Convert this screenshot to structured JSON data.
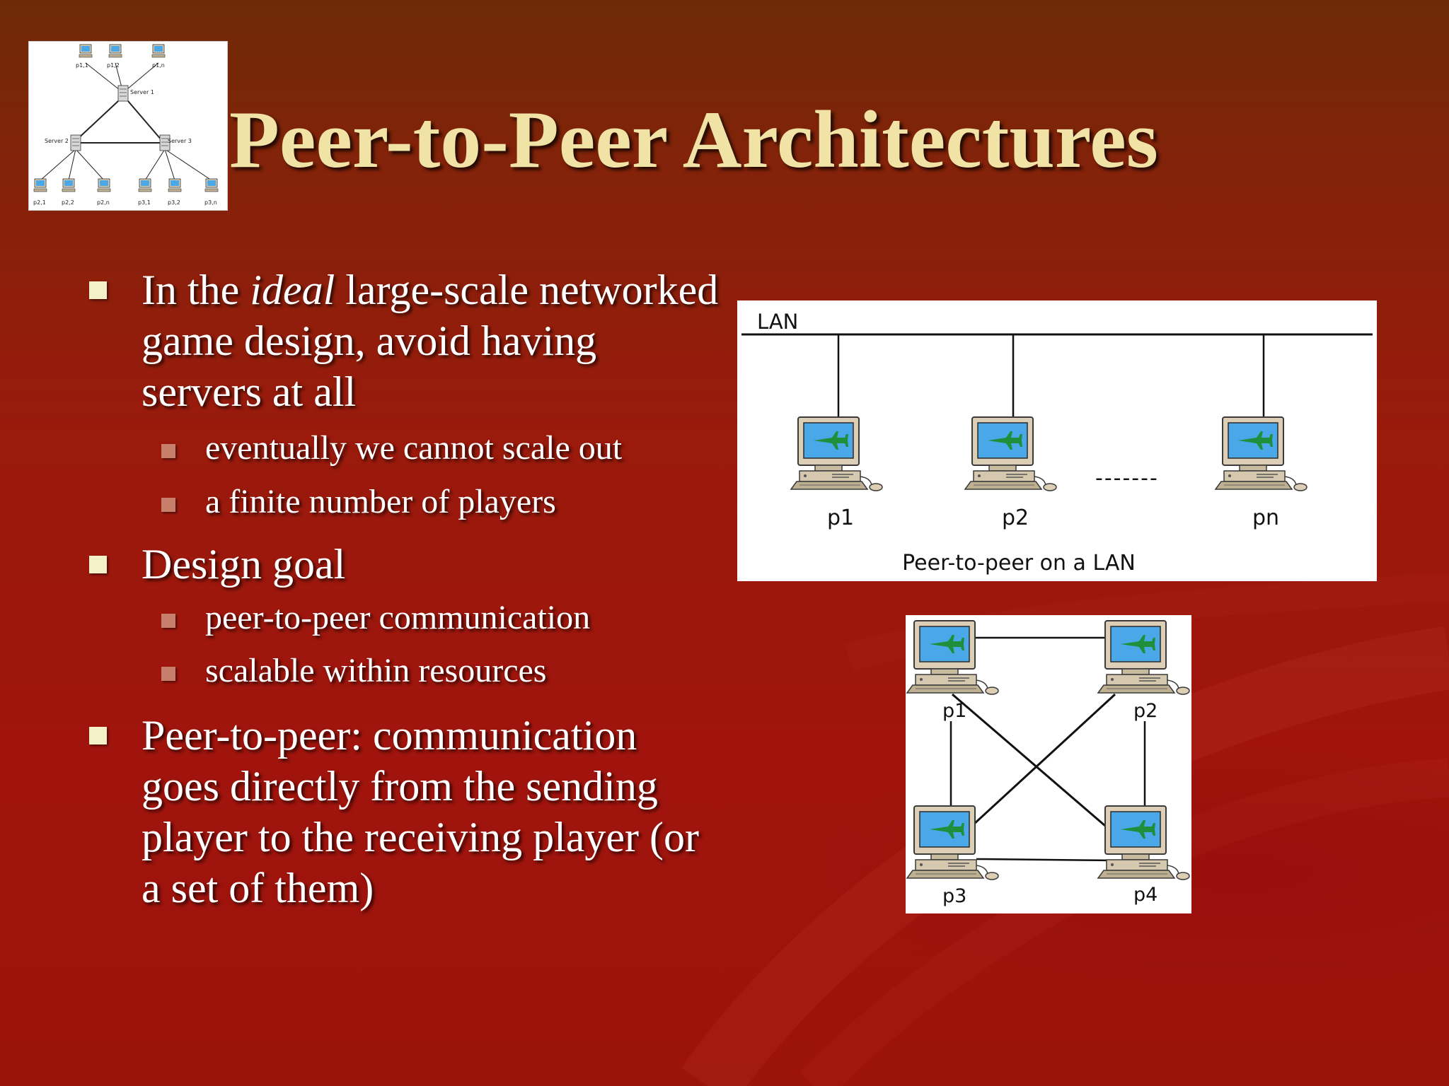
{
  "slide": {
    "title": "Peer-to-Peer Architectures",
    "bullets": [
      {
        "pre": "In the ",
        "em": "ideal",
        "post": " large-scale networked game design, avoid having servers at all"
      },
      {
        "text": "Design goal"
      },
      {
        "text": "Peer-to-peer: communication goes directly from the sending player to the receiving player (or a set of them)"
      }
    ],
    "sub_bullets": [
      "eventually we cannot scale out",
      "a finite number of players",
      "peer-to-peer communication",
      "scalable within resources"
    ]
  },
  "thumbnail": {
    "servers": [
      "Server 1",
      "Server 2",
      "Server 3"
    ],
    "nodes": [
      "p1,1",
      "p1,2",
      "p1,n",
      "p2,1",
      "p2,2",
      "p2,n",
      "p3,1",
      "p3,2",
      "p3,n"
    ]
  },
  "lan_diagram": {
    "bus_label": "LAN",
    "peers": [
      "p1",
      "p2",
      "pn"
    ],
    "ellipsis": "-------",
    "caption": "Peer-to-peer on a LAN"
  },
  "mesh_diagram": {
    "peers": [
      "p1",
      "p2",
      "p3",
      "p4"
    ]
  },
  "colors": {
    "title": "#f1e2a5",
    "text": "#ffffff",
    "bullet_l1": "#f4f1c8",
    "bullet_l2": "#c77e6a",
    "screen": "#4aa8e8",
    "jet": "#1f8f3c"
  }
}
